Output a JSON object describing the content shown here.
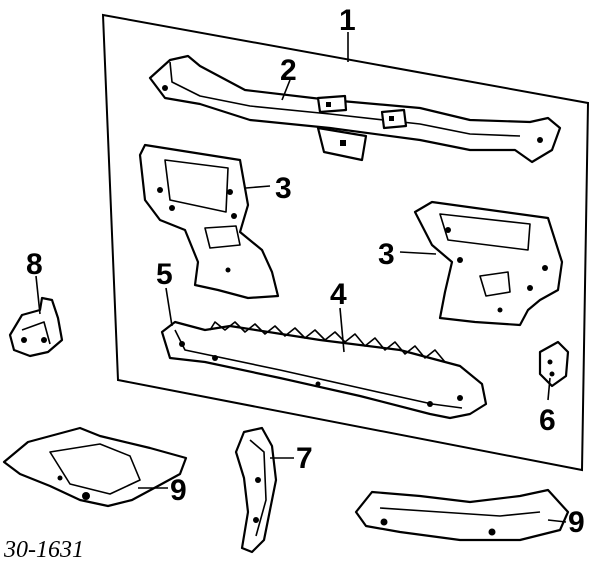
{
  "callouts": {
    "c1": "1",
    "c2": "2",
    "c3a": "3",
    "c3b": "3",
    "c4": "4",
    "c5": "5",
    "c6": "6",
    "c7": "7",
    "c8": "8",
    "c9a": "9",
    "c9b": "9"
  },
  "drawing_code": "30-1631"
}
